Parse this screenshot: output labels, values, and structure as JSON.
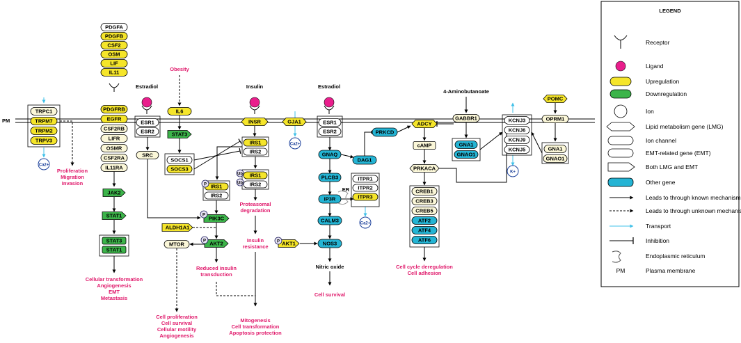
{
  "colors": {
    "upregulation": "#f5e52a",
    "downregulation": "#3cb44a",
    "other": "#24b4d4",
    "emt": "#fbf7d8",
    "ligand": "#e91e8c",
    "phenotype": "#e0196b",
    "transport": "#3fc0e8"
  },
  "membrane": {
    "label": "PM"
  },
  "growth_ligands": [
    "PDGFA",
    "PDGFB",
    "CSF2",
    "OSM",
    "LIF",
    "IL11"
  ],
  "growth_receptors": [
    "PDGFRB",
    "EGFR",
    "CSF2RB",
    "LIFR",
    "OSMR",
    "CSF2RA",
    "IL11RA"
  ],
  "trp": [
    "TRPC1",
    "TRPM7",
    "TRPM2",
    "TRPV3"
  ],
  "ions": {
    "ca": "Ca2+",
    "k": "K+"
  },
  "phenotypes": {
    "trp": [
      "Proliferation",
      "Migration",
      "Invasion"
    ],
    "jak": [
      "Cellular transformation",
      "Angiogenesis",
      "EMT",
      "Metastasis"
    ],
    "mtor": [
      "Cell proliferation",
      "Cell survival",
      "Cellular motility",
      "Angiogenesis"
    ],
    "akt": [
      "Reduced insulin",
      "transduction"
    ],
    "mito": [
      "Mitogenesis",
      "Cell transformation",
      "Apoptosis protection"
    ],
    "proteasome": [
      "Proteasomal",
      "degradation"
    ],
    "insres": [
      "Insulin",
      "resistance"
    ],
    "creb": [
      "Cell cycle deregulation",
      "Cell adhesion"
    ],
    "survival": "Cell survival",
    "obesity": "Obesity"
  },
  "labels": {
    "estradiol": "Estradiol",
    "insulin": "Insulin",
    "aminobutanoate": "4-Aminobutanoate",
    "nitric": "Nitric oxide",
    "er": "ER",
    "p": "P",
    "ub": "Ub"
  },
  "genes": {
    "JAK2": "JAK2",
    "STAT1": "STAT1",
    "STAT3": "STAT3",
    "ESR1": "ESR1",
    "ESR2": "ESR2",
    "SRC": "SRC",
    "IL6": "IL6",
    "SOCS1": "SOCS1",
    "SOCS3": "SOCS3",
    "INSR": "INSR",
    "IRS1": "IRS1",
    "IRS2": "IRS2",
    "PIK3C": "PIK3C",
    "AKT2": "AKT2",
    "AKT1": "AKT1",
    "ALDH1A1": "ALDH1A1",
    "MTOR": "MTOR",
    "GJA1": "GJA1",
    "GNAQ": "GNAQ",
    "DAG1": "DAG1",
    "PRKCD": "PRKCD",
    "PLCB3": "PLCB3",
    "IP3R": "IP3R",
    "ITPR1": "ITPR1",
    "ITPR2": "ITPR2",
    "ITPR3": "ITPR3",
    "CALM3": "CALM3",
    "NOS3": "NOS3",
    "ADCY": "ADCY",
    "cAMP": "cAMP",
    "PRKACA": "PRKACA",
    "GABBR1": "GABBR1",
    "GNA1": "GNA1",
    "GNAO1": "GNAO1",
    "POMC": "POMC",
    "OPRM1": "OPRM1"
  },
  "creb": [
    "CREB1",
    "CREB3",
    "CREB5",
    "ATF2",
    "ATF4",
    "ATF6"
  ],
  "kcnj": [
    "KCNJ3",
    "KCNJ6",
    "KCNJ9",
    "KCNJ5"
  ],
  "legend": {
    "title": "LEGEND",
    "items": [
      "Receptor",
      "Ligand",
      "Upregulation",
      "Downregulation",
      "Ion",
      "Lipid metabolism gene (LMG)",
      "Ion channel",
      "EMT-related gene (EMT)",
      "Both  LMG and EMT",
      "Other gene",
      "Leads to through known mechanism",
      "Leads to through unknown mechanism",
      "Transport",
      "Inhibition",
      "Endoplasmic reticulum",
      "Plasma membrane"
    ],
    "pm": "PM"
  }
}
